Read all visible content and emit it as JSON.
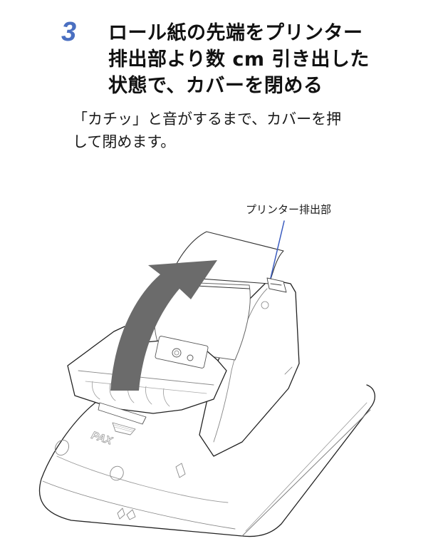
{
  "step": {
    "number": "3",
    "title_lines": [
      "ロール紙の先端をプリンター",
      "排出部より数 cm 引き出した",
      "状態で、カバーを閉める"
    ],
    "body_lines": [
      "「カチッ」と音がするまで、カバーを押",
      "して閉めます。"
    ]
  },
  "illustration": {
    "callout_label": "プリンター排出部",
    "device_logo": "PAX",
    "arrow_color": "#6b6b6b",
    "callout_line_color": "#3a5bbf",
    "accent_color": "#4a6fc1"
  }
}
